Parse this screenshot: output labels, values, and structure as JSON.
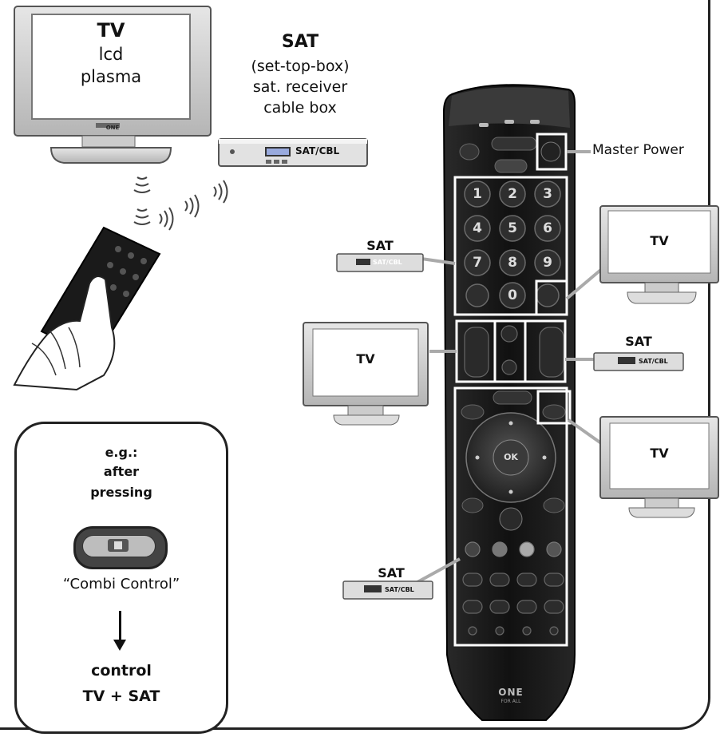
{
  "main_tv": {
    "title": "TV",
    "line1": "lcd",
    "line2": "plasma",
    "brand": "ONE"
  },
  "main_sat": {
    "title": "SAT",
    "line1": "(set-top-box)",
    "line2": "sat. receiver",
    "line3": "cable box",
    "device_label": "SAT/CBL"
  },
  "callouts": {
    "master_power": "Master Power",
    "tv_right_top": "TV",
    "tv_left_mid": "TV",
    "tv_right_bottom": "TV",
    "sat_left_top": "SAT",
    "sat_right_mid": "SAT",
    "sat_left_bottom": "SAT",
    "sat_device_label": "SAT/CBL"
  },
  "remote": {
    "keys": [
      "1",
      "2",
      "3",
      "4",
      "5",
      "6",
      "7",
      "8",
      "9",
      "0"
    ],
    "ok": "OK",
    "logo_line1": "ONE",
    "logo_line2": "FOR ALL"
  },
  "info_box": {
    "line1": "e.g.:",
    "line2": "after",
    "line3": "pressing",
    "button_caption": "“Combi Control”",
    "line4": "control",
    "line5": "TV + SAT"
  }
}
